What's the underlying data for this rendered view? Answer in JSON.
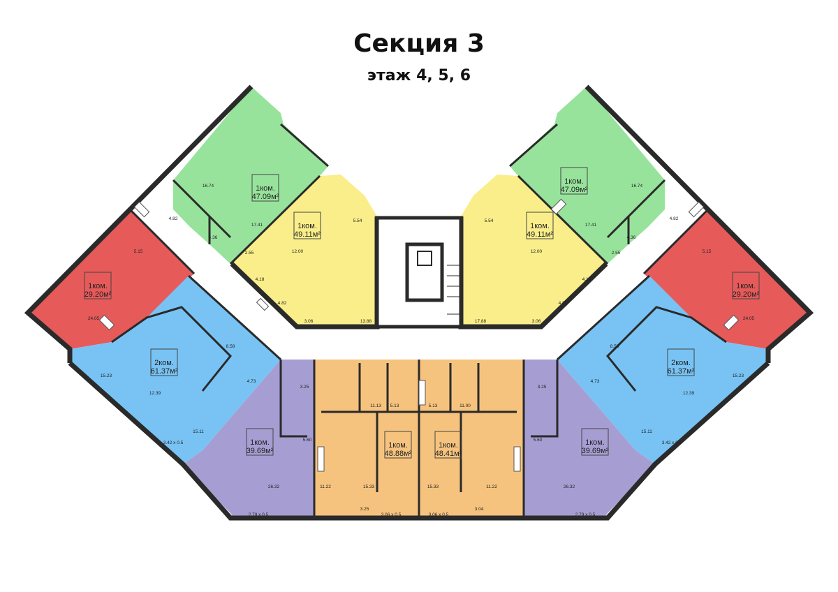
{
  "header": {
    "title": "Секция 3",
    "subtitle": "этаж 4, 5, 6"
  },
  "colors": {
    "green": "#98e39c",
    "yellow": "#faee8a",
    "red": "#e65a5a",
    "blue": "#78c3f4",
    "purple": "#a69ed2",
    "orange": "#f6c37e",
    "wall": "#2a2a2a",
    "common": "#ffffff"
  },
  "apartments": [
    {
      "id": "green-left",
      "rooms": "1ком.",
      "area": "47.09м²",
      "color": "green"
    },
    {
      "id": "yellow-left",
      "rooms": "1ком.",
      "area": "49.11м²",
      "color": "yellow"
    },
    {
      "id": "red-left",
      "rooms": "1ком.",
      "area": "29.20м²",
      "color": "red"
    },
    {
      "id": "blue-left",
      "rooms": "2ком.",
      "area": "61.37м²",
      "color": "blue"
    },
    {
      "id": "purple-left",
      "rooms": "1ком.",
      "area": "39.69м²",
      "color": "purple"
    },
    {
      "id": "orange-left",
      "rooms": "1ком.",
      "area": "48.88м²",
      "color": "orange"
    },
    {
      "id": "orange-right",
      "rooms": "1ком.",
      "area": "48.41м²",
      "color": "orange"
    },
    {
      "id": "purple-right",
      "rooms": "1ком.",
      "area": "39.69м²",
      "color": "purple"
    },
    {
      "id": "blue-right",
      "rooms": "2ком.",
      "area": "61.37м²",
      "color": "blue"
    },
    {
      "id": "red-right",
      "rooms": "1ком.",
      "area": "29.20м²",
      "color": "red"
    },
    {
      "id": "green-right",
      "rooms": "1ком.",
      "area": "47.09м²",
      "color": "green"
    },
    {
      "id": "yellow-right",
      "rooms": "1ком.",
      "area": "49.11м²",
      "color": "yellow"
    }
  ],
  "dimensions": {
    "green_left": [
      "16.74",
      "4.82",
      "4.36",
      "17.41",
      "2.55"
    ],
    "yellow_left": [
      "5.54",
      "12.00",
      "4.18",
      "4.82",
      "3.06",
      "13.88"
    ],
    "red_left": [
      "5.15",
      "24.05"
    ],
    "blue_left": [
      "8.58",
      "15.23",
      "4.73",
      "12.39",
      "15.11",
      "3.42 x 0.5"
    ],
    "purple_left": [
      "3.25",
      "5.60",
      "26.32",
      "2.79 x 0.5"
    ],
    "orange_left": [
      "11.13",
      "5.13",
      "11.22",
      "15.33",
      "3.25",
      "3.06 x 0.5"
    ],
    "orange_right": [
      "5.13",
      "11.00",
      "15.33",
      "11.22",
      "3.04",
      "3.06 x 0.5"
    ],
    "purple_right": [
      "3.25",
      "5.60",
      "26.32",
      "2.79 x 0.5"
    ],
    "blue_right": [
      "8.58",
      "15.23",
      "4.73",
      "12.39",
      "15.11",
      "3.42 x 0.5"
    ],
    "red_right": [
      "5.15",
      "24.05"
    ],
    "green_right": [
      "16.74",
      "4.82",
      "4.36",
      "17.41",
      "2.55"
    ],
    "yellow_right": [
      "5.54",
      "12.00",
      "4.18",
      "4.82",
      "3.06",
      "17.88"
    ]
  }
}
